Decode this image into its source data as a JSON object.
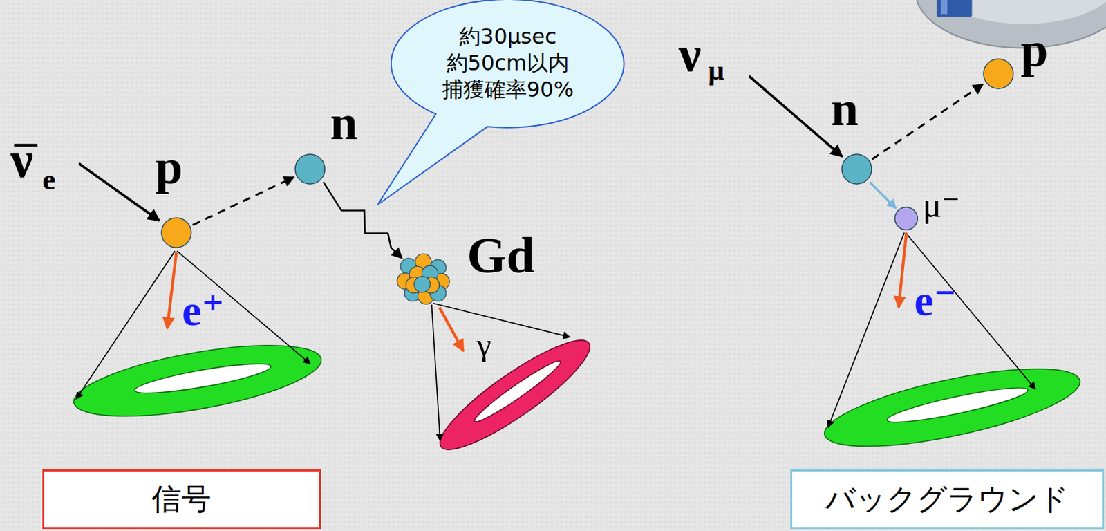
{
  "diagram": {
    "nodes": [
      {
        "text": [
          "p"
        ]
      },
      {
        "text": [
          "n"
        ]
      },
      {
        "text": [
          "約30μsec 約50cm以内 捕獲確率90%"
        ]
      },
      {
        "text": [
          "Gd"
        ]
      },
      {
        "text": [
          "n"
        ]
      },
      {
        "text": [
          "p"
        ]
      },
      {
        "text": [
          "μ⁻"
        ]
      },
      {
        "text": [
          "信号"
        ]
      },
      {
        "text": [
          "バックグラウンド"
        ]
      }
    ],
    "edges": [
      {
        "from": 0,
        "to": 1,
        "arrow": "to"
      },
      {
        "from": 1,
        "to": 3,
        "arrow": "to"
      },
      {
        "from": 4,
        "to": 5,
        "arrow": "to"
      },
      {
        "from": 4,
        "to": 6,
        "arrow": "to"
      }
    ],
    "labels": [
      "ν",
      "e",
      "e⁺",
      "γ",
      "ν",
      "μ",
      "e⁻"
    ]
  }
}
